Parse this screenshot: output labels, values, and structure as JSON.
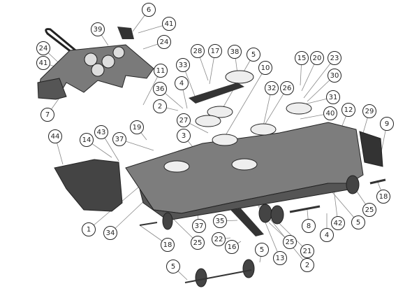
{
  "diagram": {
    "type": "exploded parts diagram",
    "callouts": [
      "6",
      "41",
      "39",
      "24",
      "24",
      "41",
      "7",
      "11",
      "28",
      "17",
      "38",
      "5",
      "33",
      "4",
      "36",
      "2",
      "27",
      "3",
      "10",
      "15",
      "20",
      "23",
      "30",
      "32",
      "26",
      "31",
      "40",
      "12",
      "29",
      "9",
      "19",
      "44",
      "43",
      "14",
      "37",
      "1",
      "34",
      "37",
      "18",
      "25",
      "5",
      "35",
      "22",
      "16",
      "5",
      "13",
      "25",
      "21",
      "2",
      "8",
      "4",
      "42",
      "5",
      "25",
      "18"
    ]
  }
}
